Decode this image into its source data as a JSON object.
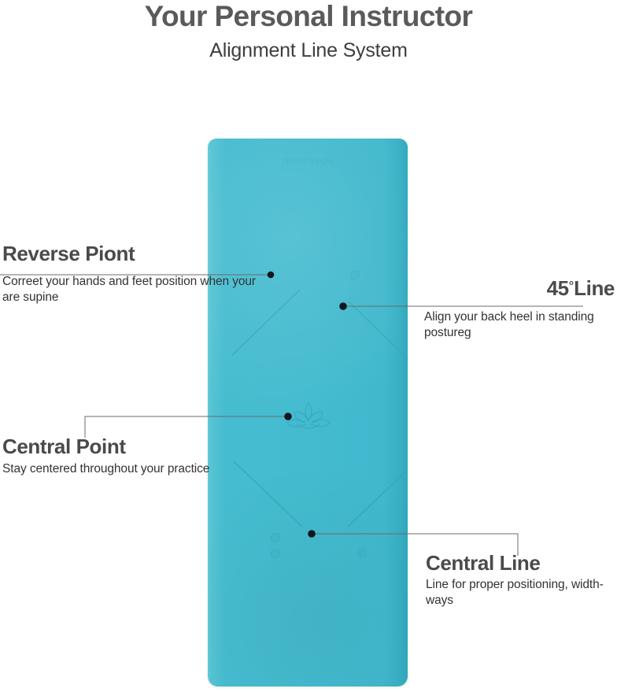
{
  "header": {
    "title": "Your Personal Instructor",
    "subtitle": "Alignment Line System"
  },
  "product": {
    "name": "yoga-mat",
    "color": "#44bbcf",
    "edge_highlight": "#62c9d8",
    "line_color": "#3aa9bd",
    "logo": "lotus-flower-logo",
    "brand_watermark": "Heathyoga"
  },
  "callouts": [
    {
      "id": "reverse-point",
      "title": "Reverse Piont",
      "body": "Correet your hands and feet position when your are supine",
      "side": "left"
    },
    {
      "id": "45-line",
      "title_pre": "45",
      "title_degree": "°",
      "title_post": "Line",
      "title": "45°Line",
      "body": "Align your back heel in standing postureg",
      "side": "right"
    },
    {
      "id": "central-point",
      "title": "Central Point",
      "body": "Stay centered throughout your practice",
      "side": "left"
    },
    {
      "id": "central-line",
      "title": "Central Line",
      "body": "Line for proper positioning, width-ways",
      "side": "right"
    }
  ],
  "colors": {
    "title_gray": "#5a5a5a",
    "body_dark": "#333333",
    "leader_line": "#6b6b6b",
    "dot": "#12161f"
  }
}
